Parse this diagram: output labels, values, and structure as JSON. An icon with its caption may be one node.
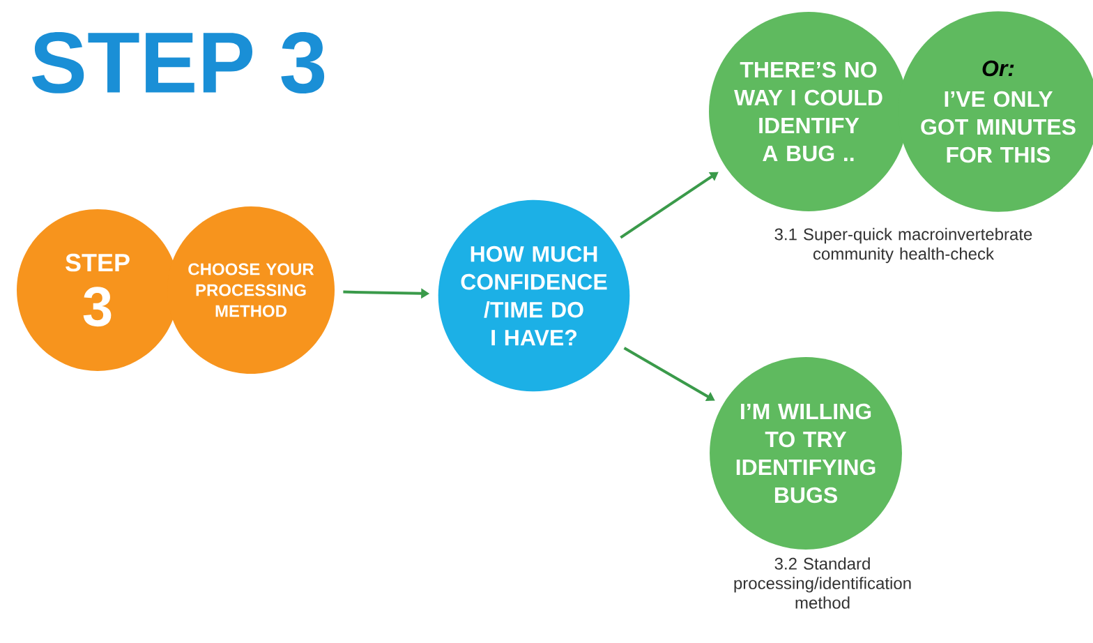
{
  "diagram": {
    "title": "STEP 3",
    "nodes": [
      {
        "text": [
          "STEP",
          "3"
        ]
      },
      {
        "text": [
          "CHOOSE YOUR PROCESSING METHOD"
        ]
      },
      {
        "text": [
          "HOW MUCH CONFIDENCE /TIME DO I HAVE?"
        ]
      },
      {
        "text": [
          "THERE’S NO WAY I COULD IDENTIFY A BUG .."
        ],
        "beside": [
          "3.1 Super-quick macroinvertebrate community health-check"
        ]
      },
      {
        "text": [
          "Or:",
          "I’VE ONLY GOT  MINUTES FOR THIS"
        ]
      },
      {
        "text": [
          "I’M WILLING TO TRY IDENTIFYING BUGS"
        ],
        "beside": [
          "3.2 Standard processing/identification method"
        ]
      }
    ],
    "edges": [
      {
        "from": 1,
        "to": 2,
        "arrow": "to"
      },
      {
        "from": 2,
        "to": 3,
        "arrow": "to"
      },
      {
        "from": 2,
        "to": 5,
        "arrow": "to"
      }
    ]
  }
}
